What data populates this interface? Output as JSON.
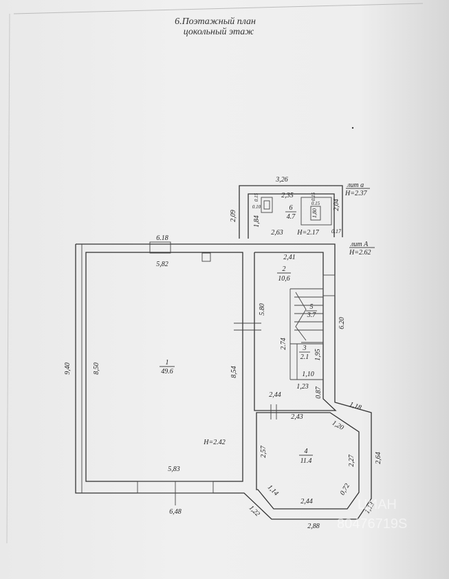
{
  "title_line1": "6.Поэтажный план",
  "title_line2": "цокольный этаж",
  "lit_a": {
    "name": "лит а",
    "height": "H=2.37"
  },
  "lit_A": {
    "name": "лит А",
    "height": "H=2.62"
  },
  "rooms": [
    {
      "id": "room-1",
      "number": "1",
      "area": "49.6",
      "height": "H=2.42"
    },
    {
      "id": "room-2",
      "number": "2",
      "area": "10,6"
    },
    {
      "id": "room-3",
      "number": "3",
      "area": "2.1"
    },
    {
      "id": "room-4",
      "number": "4",
      "area": "11.4"
    },
    {
      "id": "room-5",
      "number": "5",
      "area": "3.7"
    },
    {
      "id": "room-6",
      "number": "6",
      "area": "4.7",
      "height": "H=2.17"
    }
  ],
  "dimensions": {
    "d326": "3,26",
    "d235": "2,35",
    "d209": "2,09",
    "d184": "1,84",
    "d204": "2,04",
    "d010": "0.10",
    "d015a": "0.15",
    "d015b": "0.15",
    "d015c": "0.15",
    "d180": "1,80",
    "d263": "2,63",
    "d017": "0.17",
    "d618": "6.18",
    "d582": "5,82",
    "d241": "2,41",
    "d580": "5.80",
    "d620": "6.20",
    "d940": "9,40",
    "d850": "8,50",
    "d854": "8,54",
    "d274": "2.74",
    "d195": "1,95",
    "d110": "1,10",
    "d123": "1,23",
    "d087": "0.87",
    "d244a": "2,44",
    "d243": "2,43",
    "d118": "1,18",
    "d120": "1,20",
    "d257": "2,57",
    "d227": "2,27",
    "d264": "2,64",
    "d583": "5,83",
    "d114": "1,14",
    "d244b": "2,44",
    "d072": "0,72",
    "d113": "1,13",
    "d648": "6,48",
    "d122": "1,22",
    "d288": "2,88"
  },
  "watermark": "ЦИАН\n80476719S",
  "colors": {
    "ink": "#222222",
    "paper": "#eeeeee"
  }
}
